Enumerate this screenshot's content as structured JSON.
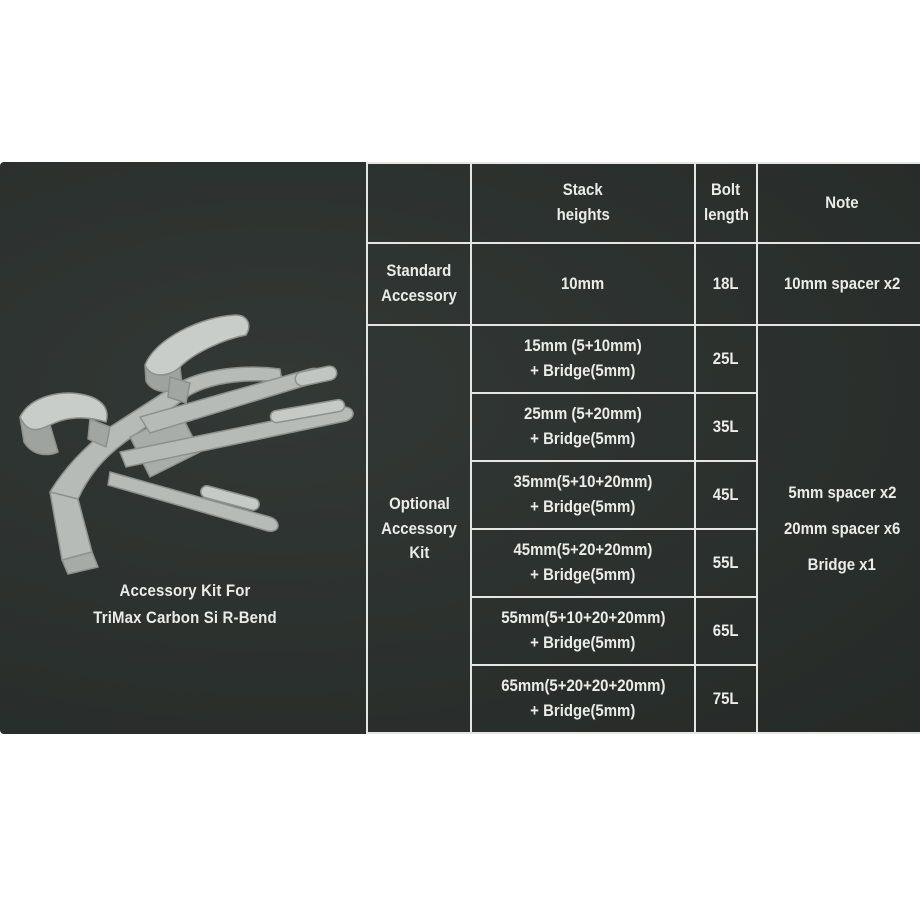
{
  "caption": {
    "line1": "Accessory Kit For",
    "line2": "TriMax Carbon Si R-Bend"
  },
  "table": {
    "headers": {
      "blank": "",
      "stack_line1": "Stack",
      "stack_line2": "heights",
      "bolt_line1": "Bolt",
      "bolt_line2": "length",
      "note": "Note"
    },
    "standard": {
      "label_line1": "Standard",
      "label_line2": "Accessory",
      "stack": "10mm",
      "bolt": "18L",
      "note": "10mm spacer x2"
    },
    "optional": {
      "label_line1": "Optional",
      "label_line2": "Accessory",
      "label_line3": "Kit",
      "note_line1": "5mm spacer x2",
      "note_line2": "20mm spacer x6",
      "note_line3": "Bridge x1",
      "rows": [
        {
          "stack": "15mm (5+10mm)",
          "bridge": "+ Bridge(5mm)",
          "bolt": "25L"
        },
        {
          "stack": "25mm (5+20mm)",
          "bridge": "+ Bridge(5mm)",
          "bolt": "35L"
        },
        {
          "stack": "35mm(5+10+20mm)",
          "bridge": "+ Bridge(5mm)",
          "bolt": "45L"
        },
        {
          "stack": "45mm(5+20+20mm)",
          "bridge": "+ Bridge(5mm)",
          "bolt": "55L"
        },
        {
          "stack": "55mm(5+10+20+20mm)",
          "bridge": "+ Bridge(5mm)",
          "bolt": "65L"
        },
        {
          "stack": "65mm(5+20+20+20mm)",
          "bridge": "+ Bridge(5mm)",
          "bolt": "75L"
        }
      ]
    }
  },
  "colors": {
    "background": "#2a302d",
    "foreground": "#e9ece9",
    "illustration": "#b5b9b6"
  }
}
